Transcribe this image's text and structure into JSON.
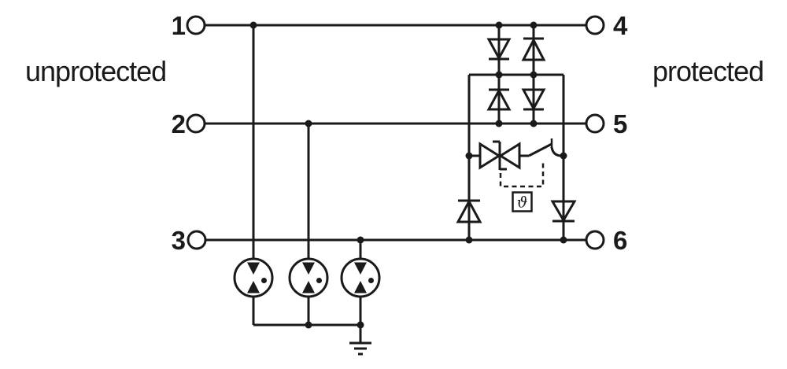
{
  "diagram": {
    "type": "surge-protection-circuit-schematic",
    "side_labels": {
      "left": "unprotected",
      "right": "protected"
    },
    "terminals": [
      {
        "id": "1",
        "side": "unprotected"
      },
      {
        "id": "2",
        "side": "unprotected"
      },
      {
        "id": "3",
        "side": "unprotected"
      },
      {
        "id": "4",
        "side": "protected"
      },
      {
        "id": "5",
        "side": "protected"
      },
      {
        "id": "6",
        "side": "protected"
      }
    ],
    "thermal_element_symbol": "ϑ",
    "components": {
      "suppressor_diodes": 6,
      "bidirectional_thyristor": 1,
      "thermal_disconnect_switch": 1,
      "thermal_element": 1,
      "gas_discharge_tubes": 3,
      "earth_ground": 1
    },
    "colors": {
      "stroke": "#1a1a1a",
      "background": "#ffffff"
    }
  }
}
